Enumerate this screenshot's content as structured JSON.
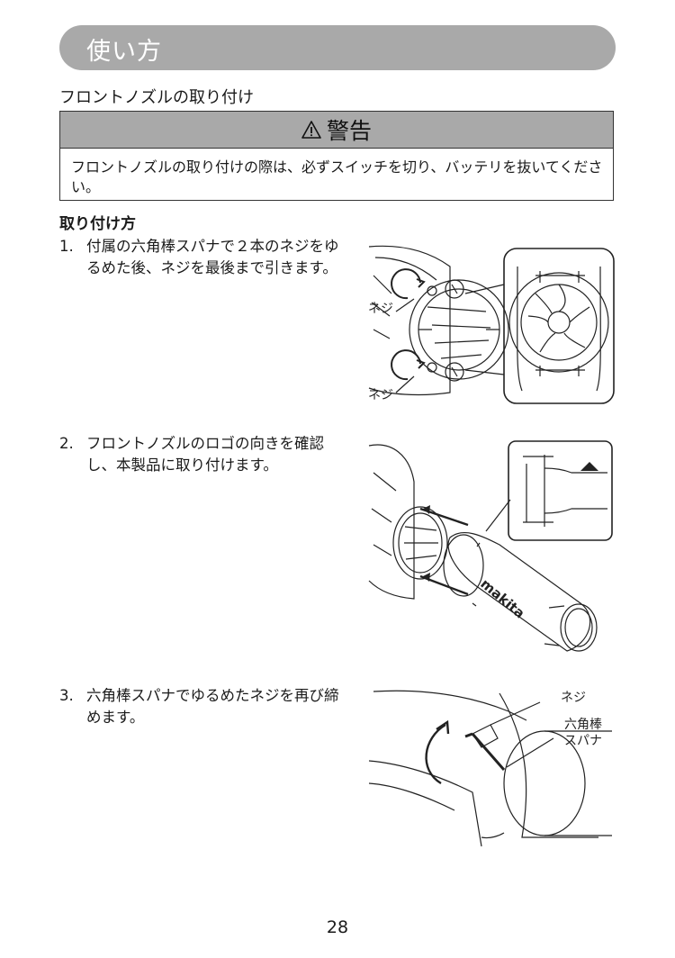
{
  "header": {
    "title": "使い方"
  },
  "section": {
    "title": "フロントノズルの取り付け"
  },
  "warning": {
    "title": "警告",
    "text": "フロントノズルの取り付けの際は、必ずスイッチを切り、バッテリを抜いてください。"
  },
  "subheading": "取り付け方",
  "steps": [
    {
      "number": "1.",
      "text": "付属の六角棒スパナで２本のネジをゆるめた後、ネジを最後まで引きます。"
    },
    {
      "number": "2.",
      "text": "フロントノズルのロゴの向きを確認し、本製品に取り付けます。"
    },
    {
      "number": "3.",
      "text": "六角棒スパナでゆるめたネジを再び締めます。"
    }
  ],
  "figures": {
    "fig1": {
      "label_top": "ネジ",
      "label_bottom": "ネジ"
    },
    "fig2": {
      "logo_text": "makita"
    },
    "fig3": {
      "label_screw": "ネジ",
      "label_wrench_line1": "六角棒",
      "label_wrench_line2": "スパナ"
    }
  },
  "page_number": "28"
}
